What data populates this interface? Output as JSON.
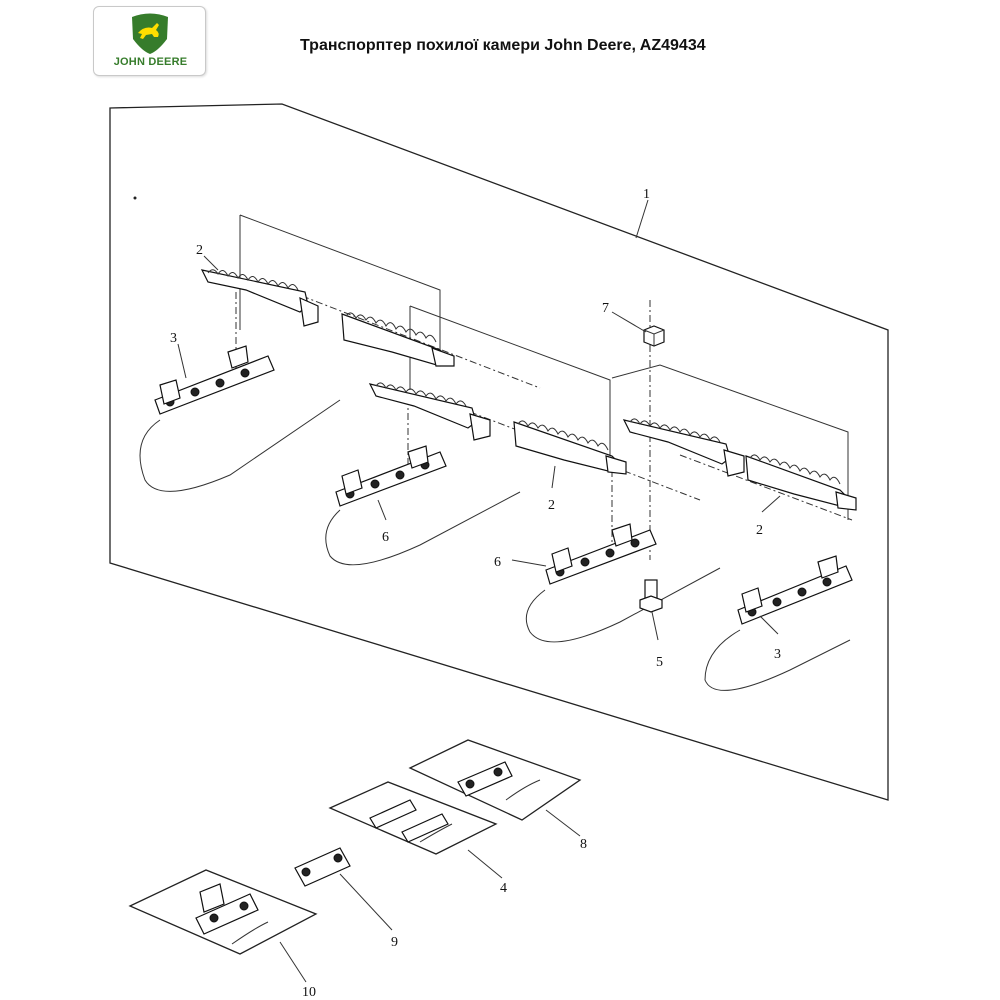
{
  "header": {
    "logo_text": "JOHN DEERE",
    "title": "Транспорптер похилої камери John Deere, AZ49434"
  },
  "brand_colors": {
    "green": "#367c2b",
    "yellow": "#ffde00"
  },
  "callouts": {
    "c1": "1",
    "c2a": "2",
    "c2b": "2",
    "c2c": "2",
    "c3a": "3",
    "c3b": "3",
    "c4": "4",
    "c5": "5",
    "c6a": "6",
    "c6b": "6",
    "c7": "7",
    "c8": "8",
    "c9": "9",
    "c10": "10"
  }
}
